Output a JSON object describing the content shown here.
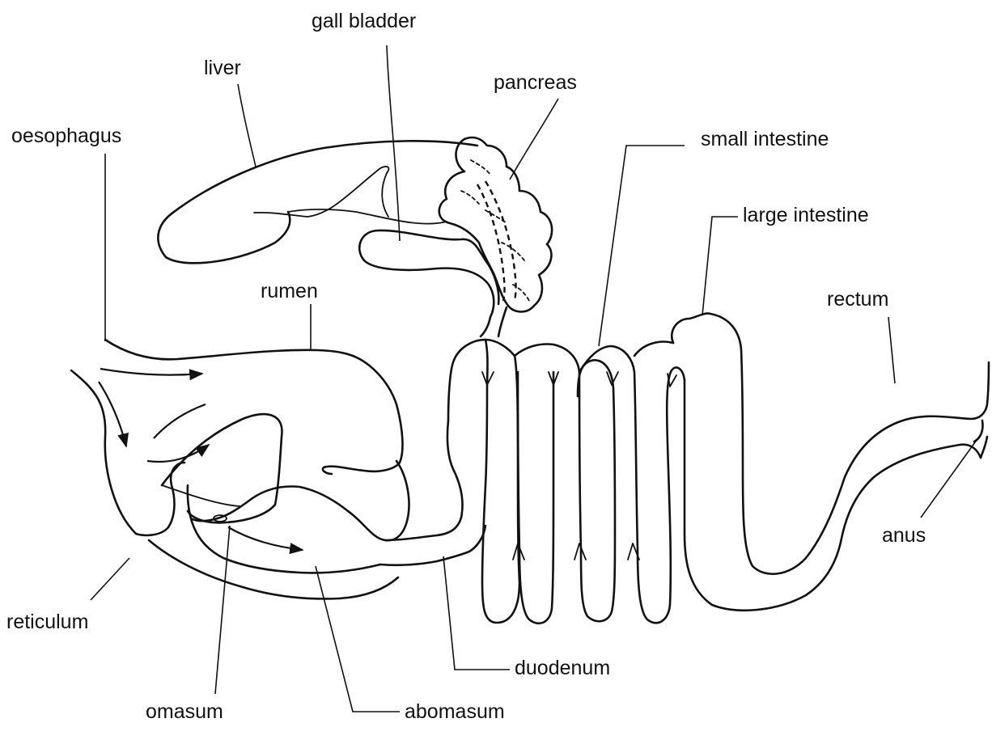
{
  "labels": {
    "gall_bladder": "gall bladder",
    "liver": "liver",
    "pancreas": "pancreas",
    "oesophagus": "oesophagus",
    "small_intestine": "small intestine",
    "large_intestine": "large intestine",
    "rumen": "rumen",
    "rectum": "rectum",
    "anus": "anus",
    "reticulum": "reticulum",
    "duodenum": "duodenum",
    "omasum": "omasum",
    "abomasum": "abomasum"
  }
}
